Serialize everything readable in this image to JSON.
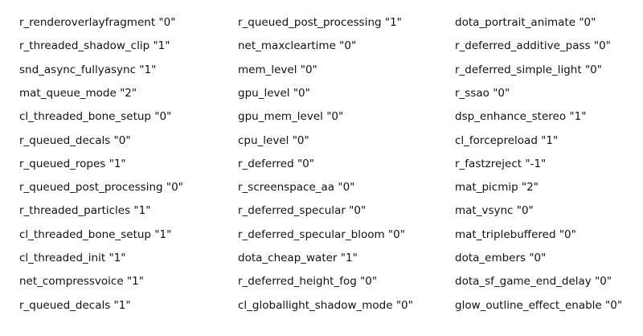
{
  "columns": [
    {
      "lines": [
        "r_renderoverlayfragment \"0\"",
        "r_threaded_shadow_clip \"1\"",
        "snd_async_fullyasync \"1\"",
        "mat_queue_mode \"2\"",
        "cl_threaded_bone_setup \"0\"",
        "r_queued_decals \"0\"",
        "r_queued_ropes \"1\"",
        "r_queued_post_processing \"0\"",
        "r_threaded_particles \"1\"",
        "cl_threaded_bone_setup \"1\"",
        "cl_threaded_init \"1\"",
        "net_compressvoice \"1\"",
        "r_queued_decals \"1\""
      ]
    },
    {
      "lines": [
        "r_queued_post_processing \"1\"",
        "net_maxcleartime \"0\"",
        "mem_level \"0\"",
        "gpu_level \"0\"",
        "gpu_mem_level \"0\"",
        "cpu_level \"0\"",
        "r_deferred \"0\"",
        "r_screenspace_aa \"0\"",
        "r_deferred_specular \"0\"",
        "r_deferred_specular_bloom \"0\"",
        "dota_cheap_water \"1\"",
        "r_deferred_height_fog \"0\"",
        "cl_globallight_shadow_mode \"0\""
      ]
    },
    {
      "lines": [
        "dota_portrait_animate \"0\"",
        "r_deferred_additive_pass \"0\"",
        "r_deferred_simple_light \"0\"",
        "r_ssao \"0\"",
        "dsp_enhance_stereo \"1\"",
        "cl_forcepreload \"1\"",
        "r_fastzreject \"-1\"",
        "mat_picmip \"2\"",
        "mat_vsync \"0\"",
        "mat_triplebuffered \"0\"",
        "dota_embers \"0\"",
        "dota_sf_game_end_delay \"0\"",
        "glow_outline_effect_enable \"0\""
      ]
    }
  ]
}
